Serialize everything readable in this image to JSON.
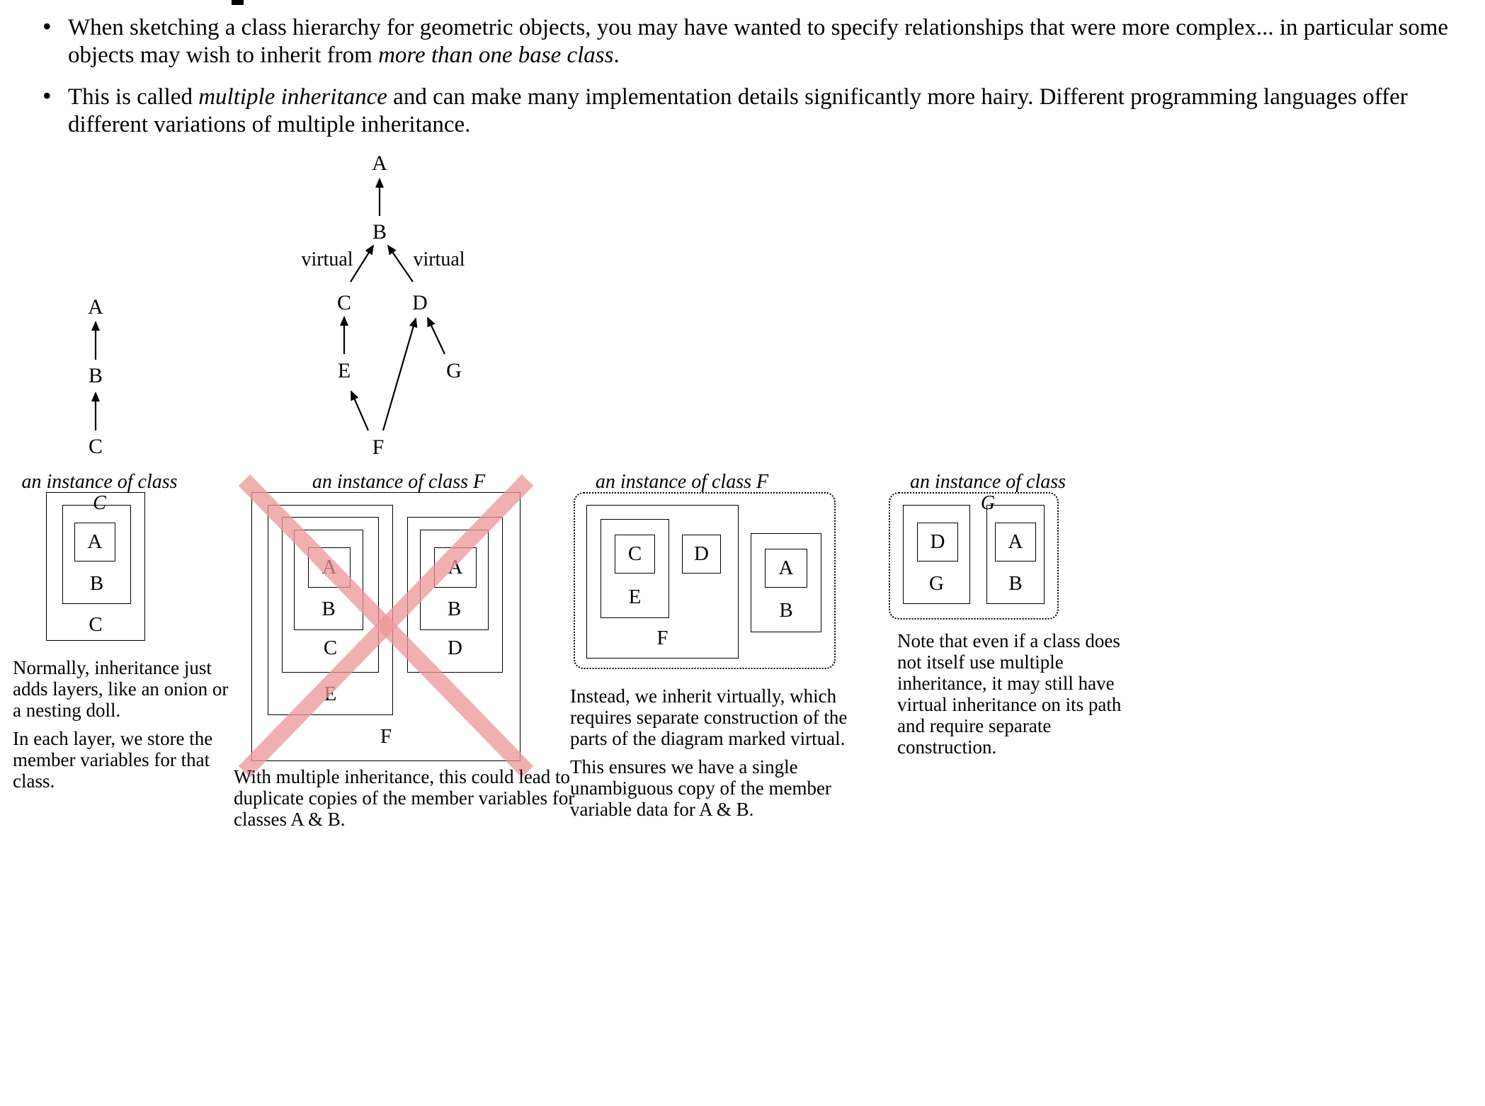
{
  "bullets": [
    {
      "pre": "When sketching a class hierarchy for geometric objects, you may have wanted to specify relationships that were more complex... in particular some objects may wish to inherit from ",
      "em": "more than one base class",
      "post": "."
    },
    {
      "pre": "This is called ",
      "em": "multiple inheritance",
      "post": " and can make many implementation details significantly more hairy. Different programming languages offer different variations of multiple inheritance."
    }
  ],
  "chain_diagram": {
    "a": "A",
    "b": "B",
    "c": "C"
  },
  "multi_diagram": {
    "a": "A",
    "b": "B",
    "c": "C",
    "d": "D",
    "e": "E",
    "f": "F",
    "g": "G",
    "virtual_left": "virtual",
    "virtual_right": "virtual"
  },
  "fig_c": {
    "caption": "an instance of class C",
    "a": "A",
    "b": "B",
    "c": "C"
  },
  "fig_f_dup": {
    "caption": "an instance of class F",
    "left_a": "A",
    "left_b": "B",
    "left_c": "C",
    "left_e": "E",
    "right_a": "A",
    "right_b": "B",
    "right_d": "D",
    "f": "F"
  },
  "fig_f_virt": {
    "caption": "an instance of class F",
    "c": "C",
    "d": "D",
    "e": "E",
    "f": "F",
    "a": "A",
    "b": "B"
  },
  "fig_g": {
    "caption": "an instance of class G",
    "d": "D",
    "g": "G",
    "a": "A",
    "b": "B"
  },
  "notes": {
    "onion_p1": "Normally, inheritance just adds layers, like an onion or a nesting doll.",
    "onion_p2": "In each layer, we store the member variables for that class.",
    "duplicate": "With multiple inheritance, this could lead to duplicate copies of the member variables for classes A & B.",
    "virtual_p1": "Instead, we inherit virtually, which requires separate construction of the parts of the diagram marked virtual.",
    "virtual_p2": "This ensures we have a single unambiguous copy of the member variable data for A & B.",
    "g_note": "Note that even if a class does not itself use multiple inheritance, it may still have virtual inheritance on its path and require separate construction."
  },
  "colors": {
    "cross": "#ec9595",
    "ink": "#000000"
  }
}
